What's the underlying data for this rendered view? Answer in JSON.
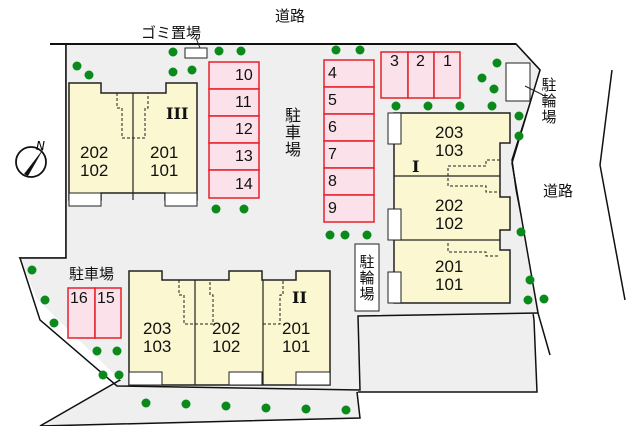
{
  "map": {
    "labels": {
      "road_top": "道路",
      "road_right": "道路",
      "garbage": "ゴミ置場",
      "parking_center": "駐車場",
      "parking_left": "駐車場",
      "bike_top_right": "駐輪場",
      "bike_center": "駐輪場",
      "north": "N"
    },
    "buildings": [
      {
        "name": "III",
        "units": [
          {
            "upper": "202",
            "lower": "102"
          },
          {
            "upper": "201",
            "lower": "101"
          }
        ]
      },
      {
        "name": "I",
        "units": [
          {
            "upper": "203",
            "lower": "103"
          },
          {
            "upper": "202",
            "lower": "102"
          },
          {
            "upper": "201",
            "lower": "101"
          }
        ]
      },
      {
        "name": "II",
        "units": [
          {
            "upper": "203",
            "lower": "103"
          },
          {
            "upper": "202",
            "lower": "102"
          },
          {
            "upper": "201",
            "lower": "101"
          }
        ]
      }
    ],
    "parking_spaces": {
      "top_row": [
        "3",
        "2",
        "1"
      ],
      "column_left": [
        "10",
        "11",
        "12",
        "13",
        "14"
      ],
      "column_right": [
        "4",
        "5",
        "6",
        "7",
        "8",
        "9"
      ],
      "bottom_left": [
        "16",
        "15"
      ]
    },
    "colors": {
      "lot": "#efefef",
      "building": "#fbf7d0",
      "parking_fill": "#fbe1ea",
      "parking_border": "#e8202a",
      "tree": "#0a8a1a"
    }
  }
}
